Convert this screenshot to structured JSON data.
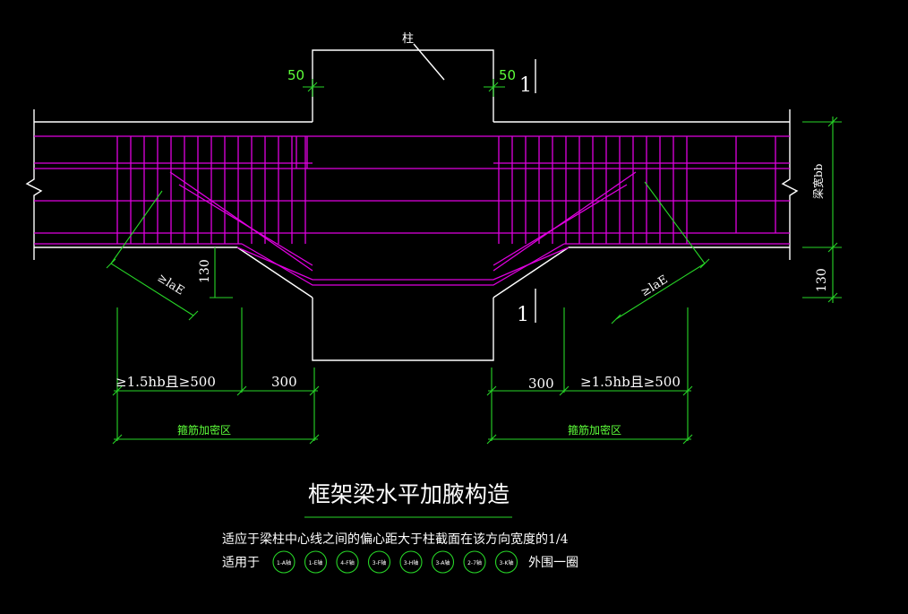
{
  "labels": {
    "column": "柱",
    "dim_50_left": "50",
    "dim_50_right": "50",
    "dim_130_left": "130",
    "dim_130_right": "130",
    "beam_height": "梁宽bb",
    "lae_left": "≥laE",
    "lae_right": "≥laE",
    "len_left": "≥1.5hb且≥500",
    "len_right": "≥1.5hb且≥500",
    "dim_300_left": "300",
    "dim_300_right": "300",
    "zone_left": "箍筋加密区",
    "zone_right": "箍筋加密区",
    "section_mark_top": "1",
    "section_mark_bottom": "1"
  },
  "title": "框架梁水平加腋构造",
  "note_line1": "适应于梁柱中心线之间的偏心距大于柱截面在该方向宽度的1/4",
  "note_line2_prefix": "适用于",
  "note_line2_suffix": "外围一圈",
  "axis_bubbles": [
    "1-A轴",
    "1-E轴",
    "4-F轴",
    "3-F轴",
    "3-H轴",
    "3-A轴",
    "2-7轴",
    "3-K轴"
  ],
  "colors": {
    "outline": "#ffffff",
    "rebar": "#e000e0",
    "dimension": "#27d627",
    "dimension_text": "#5dff3a"
  }
}
